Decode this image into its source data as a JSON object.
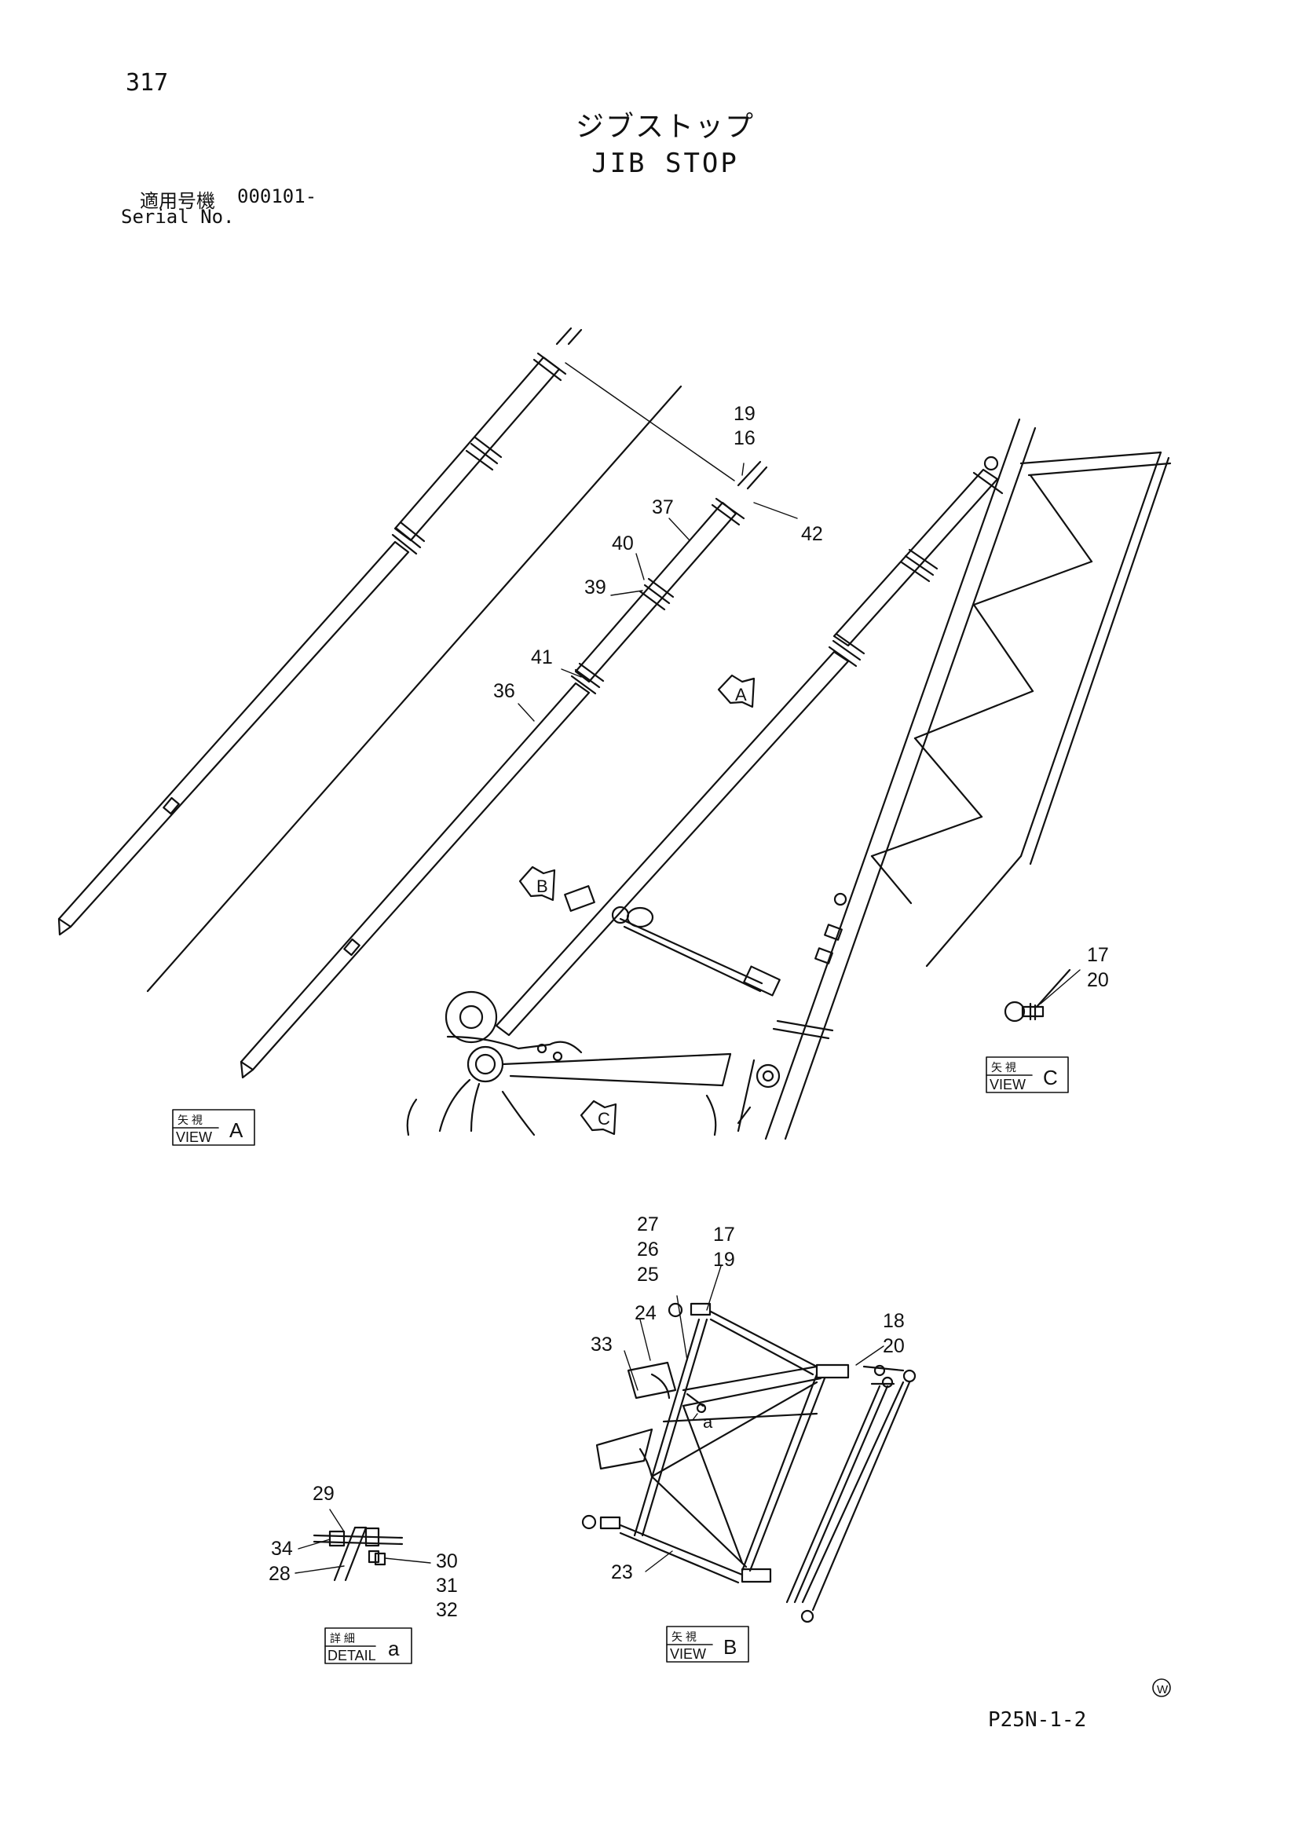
{
  "page": {
    "number": "317",
    "title_ja": "ジブストップ",
    "title_en": "JIB STOP",
    "serial_label_ja": "適用号機",
    "serial_value": "000101-",
    "serial_label_en": "Serial No.",
    "footer_code": "P25N-1-2",
    "watermark_symbol": "W"
  },
  "view_labels": [
    {
      "id": "view-a",
      "top": "矢 視",
      "bottom": "VIEW",
      "letter": "A"
    },
    {
      "id": "view-c",
      "top": "矢 視",
      "bottom": "VIEW",
      "letter": "C"
    },
    {
      "id": "view-b",
      "top": "矢 視",
      "bottom": "VIEW",
      "letter": "B"
    },
    {
      "id": "detail-a",
      "top": "詳 細",
      "bottom": "DETAIL",
      "letter": "a"
    }
  ],
  "direction_arrows": [
    "A",
    "B",
    "C"
  ],
  "detail_marker": "a",
  "callouts": {
    "main": [
      "19",
      "16",
      "37",
      "42",
      "40",
      "39",
      "41",
      "36"
    ],
    "view_c": [
      "17",
      "20"
    ],
    "view_b": [
      "27",
      "26",
      "25",
      "17",
      "19",
      "24",
      "33",
      "18",
      "20",
      "23"
    ],
    "detail_a": [
      "29",
      "34",
      "28",
      "30",
      "31",
      "32"
    ]
  }
}
